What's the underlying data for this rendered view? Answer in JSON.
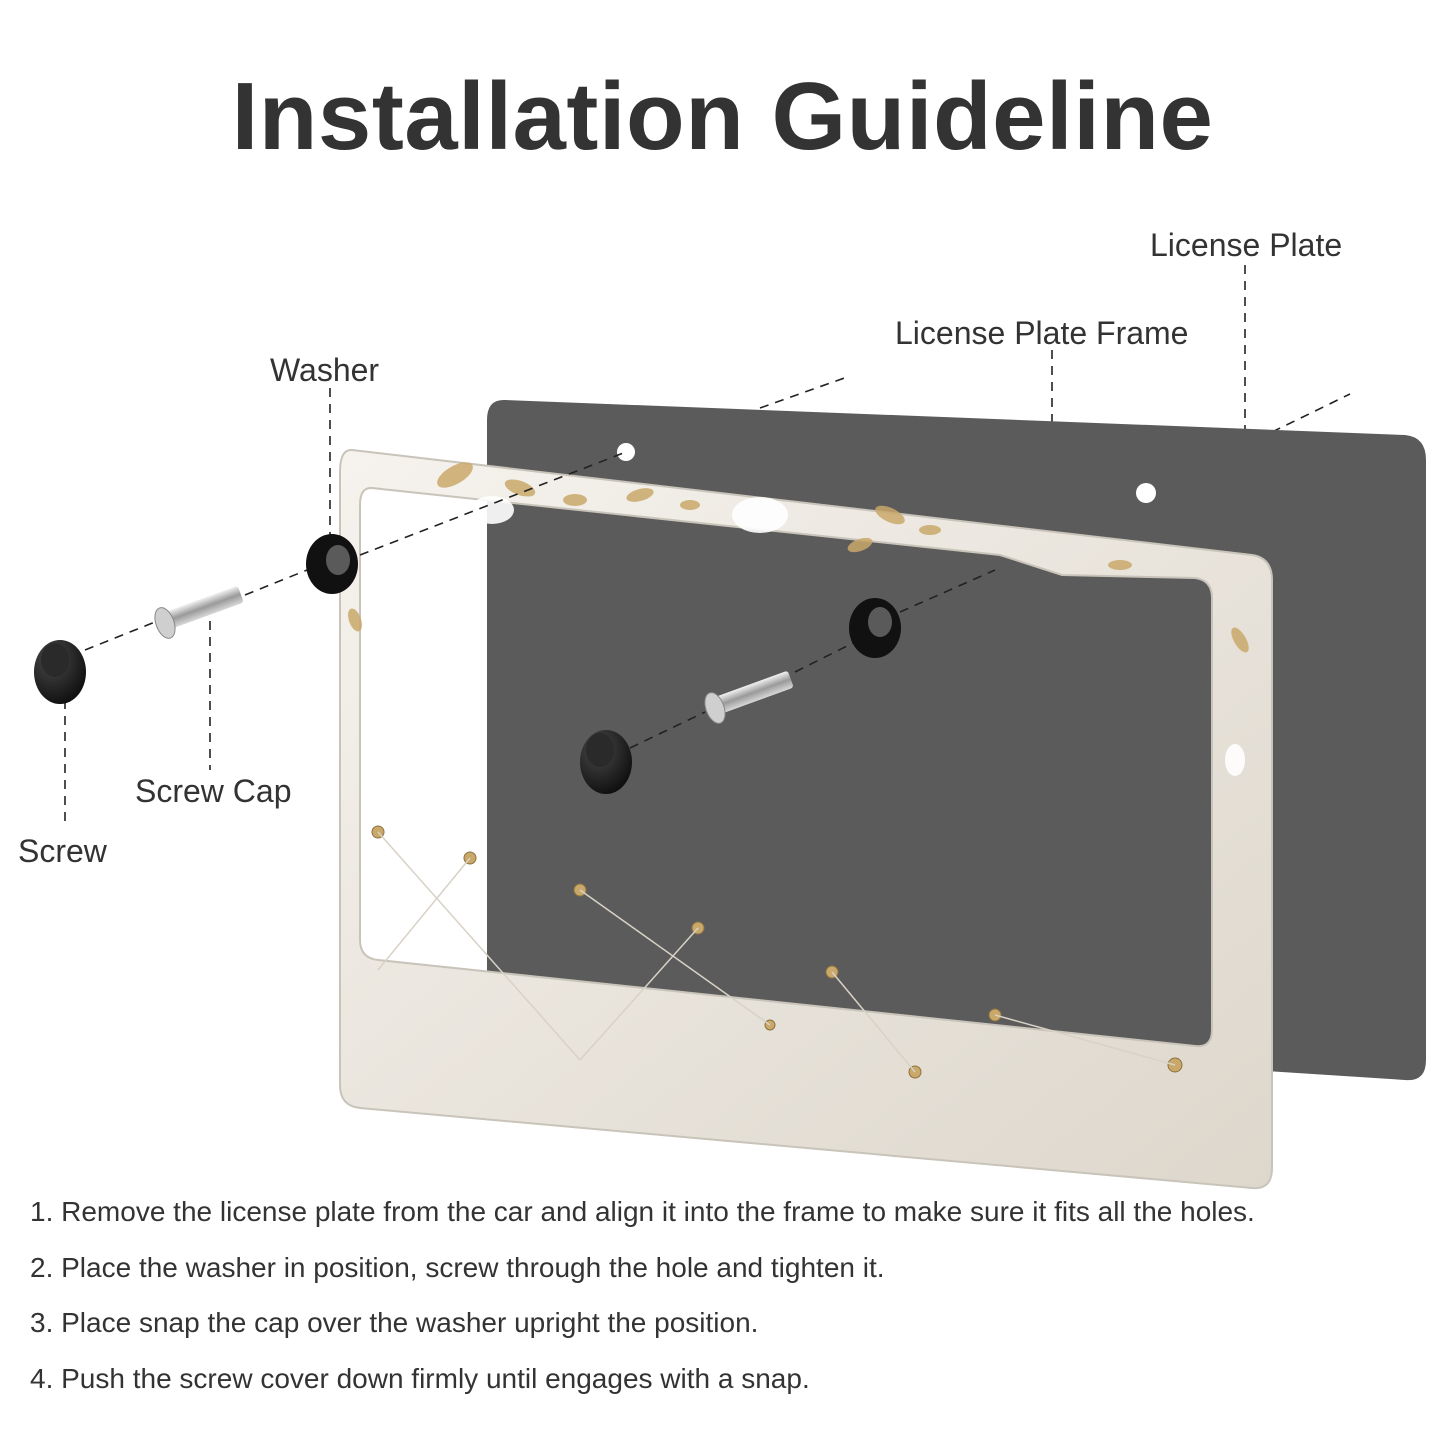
{
  "title": "Installation Guideline",
  "labels": {
    "license_plate": "License Plate",
    "license_plate_frame": "License Plate Frame",
    "washer": "Washer",
    "screw_cap": "Screw Cap",
    "screw": "Screw"
  },
  "steps": [
    "1. Remove the license plate from the car and align it into the frame to make sure it fits all the holes.",
    "2. Place the washer in position, screw through the hole and tighten it.",
    "3. Place snap the cap over the washer upright the position.",
    "4. Push the screw cover down firmly until engages with a snap."
  ],
  "colors": {
    "text": "#333333",
    "plate": "#5a5a5a",
    "frame": "#ece8e0",
    "gold_accent": "#c9a86a",
    "hardware": "#111111"
  }
}
